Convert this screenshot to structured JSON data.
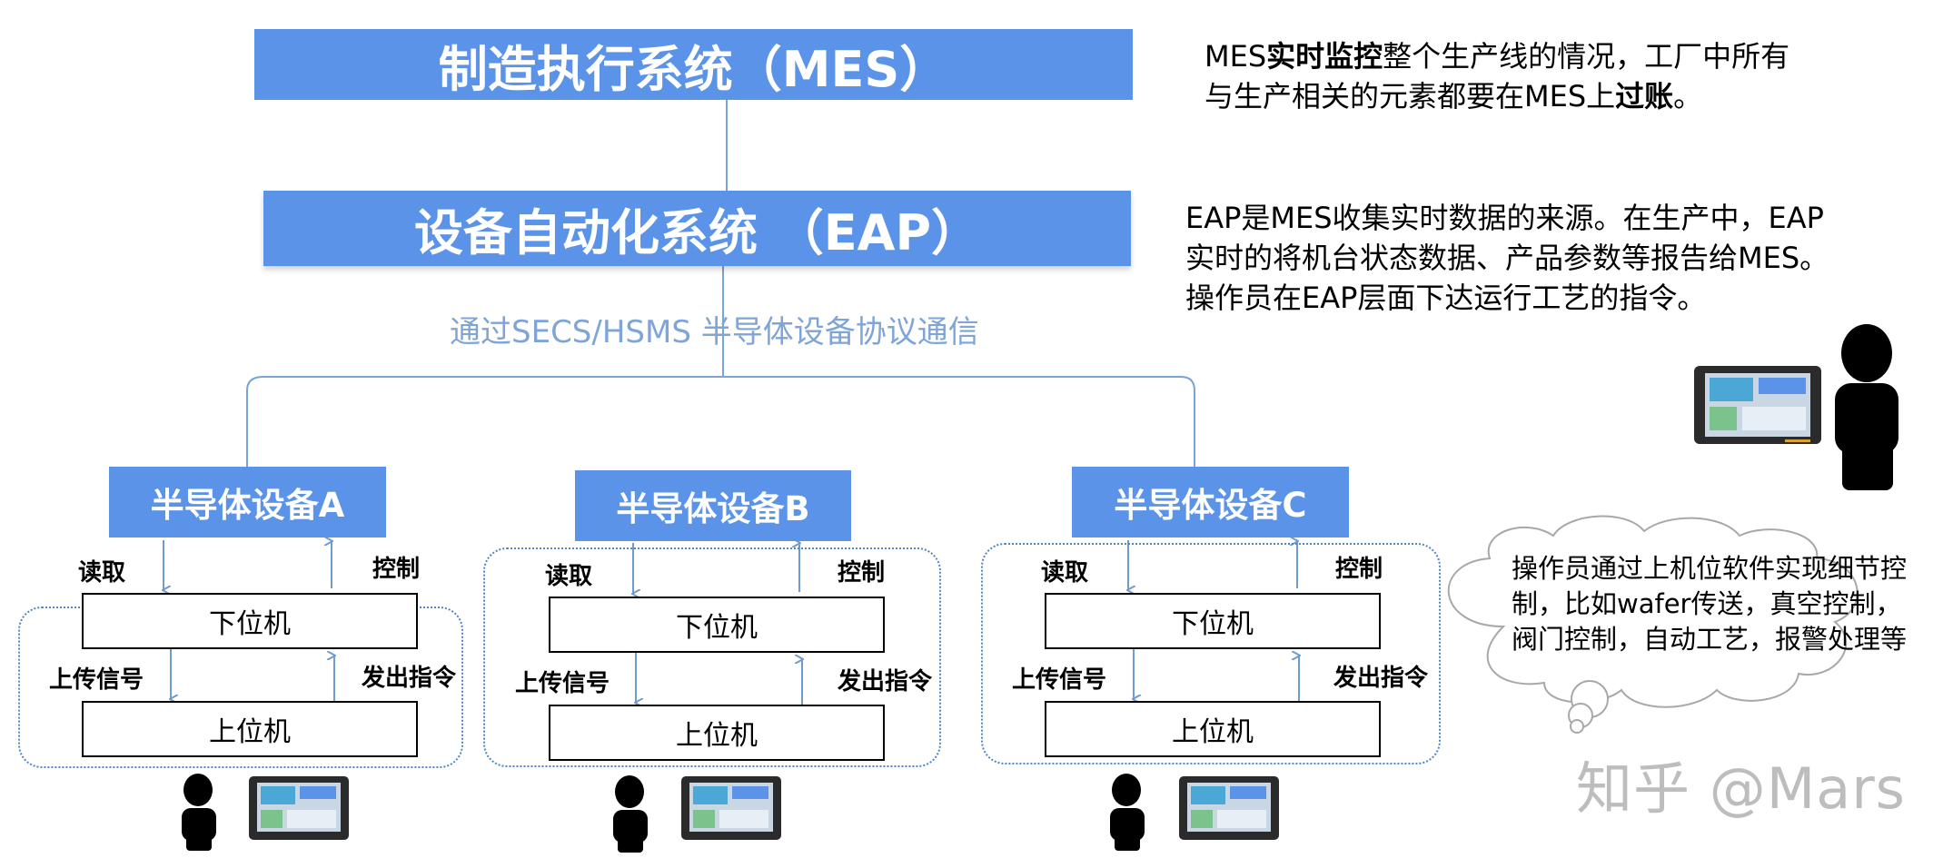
{
  "mes": {
    "title": "制造执行系统（MES）"
  },
  "eap": {
    "title": "设备自动化系统 （EAP）"
  },
  "protocol": "通过SECS/HSMS 半导体设备协议通信",
  "mes_desc": {
    "p1": "MES",
    "p2": "实时监控",
    "p3": "整个生产线的情况，工厂中所有",
    "p4": "与生产相关的元素都要在MES上",
    "p5": "过账",
    "p6": "。"
  },
  "eap_desc": {
    "line1": "EAP是MES收集实时数据的来源。在生产中，EAP",
    "line2": "实时的将机台状态数据、产品参数等报告给MES。",
    "line3": "操作员在EAP层面下达运行工艺的指令。"
  },
  "devices": [
    {
      "name": "半导体设备A",
      "lower": "下位机",
      "upper": "上位机",
      "read": "读取",
      "control": "控制",
      "upload": "上传信号",
      "command": "发出指令"
    },
    {
      "name": "半导体设备B",
      "lower": "下位机",
      "upper": "上位机",
      "read": "读取",
      "control": "控制",
      "upload": "上传信号",
      "command": "发出指令"
    },
    {
      "name": "半导体设备C",
      "lower": "下位机",
      "upper": "上位机",
      "read": "读取",
      "control": "控制",
      "upload": "上传信号",
      "command": "发出指令"
    }
  ],
  "cloud": {
    "text": "操作员通过上机位软件实现细节控制，比如wafer传送，真空控制，阀门控制，自动工艺，报警处理等"
  },
  "watermark": "知乎 @Mars",
  "colors": {
    "banner": "#5b93e8",
    "connector": "#7aa3d6",
    "dotted": "#4f86c6"
  }
}
